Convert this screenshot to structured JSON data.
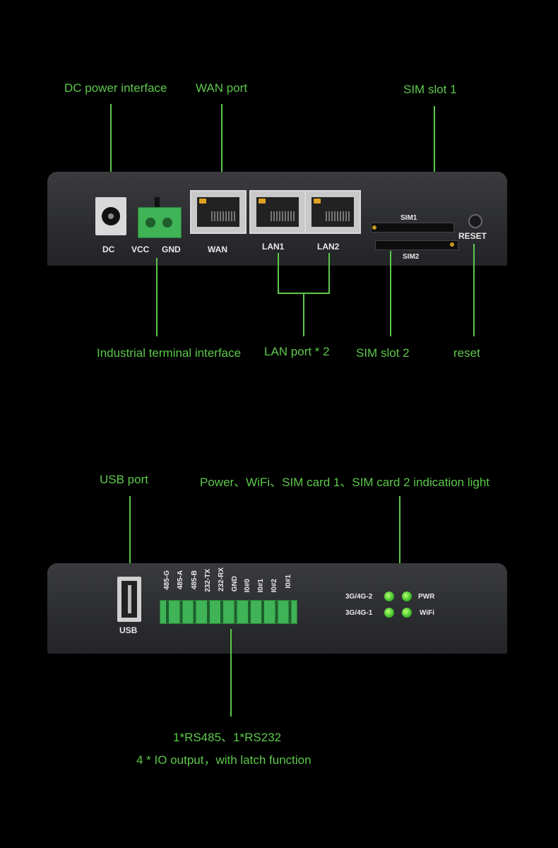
{
  "top": {
    "annotations": {
      "dc_power": "DC power interface",
      "wan_port": "WAN port",
      "sim_slot_1": "SIM slot 1",
      "industrial_terminal": "Industrial terminal interface",
      "lan_ports": "LAN port * 2",
      "sim_slot_2": "SIM slot 2",
      "reset": "reset"
    },
    "panel_labels": {
      "dc": "DC",
      "vcc": "VCC",
      "gnd": "GND",
      "wan": "WAN",
      "lan1": "LAN1",
      "lan2": "LAN2",
      "sim1": "SIM1",
      "sim2": "SIM2",
      "reset": "RESET"
    }
  },
  "bottom": {
    "annotations": {
      "usb_port": "USB port",
      "indicators": "Power、WiFi、SIM card 1、SIM card 2 indication light",
      "serial": "1*RS485、1*RS232",
      "io": "4 * IO output，with latch function"
    },
    "panel_labels": {
      "usb": "USB",
      "terminals": [
        "485-G",
        "485-A",
        "485-B",
        "232-TX",
        "232-RX",
        "GND",
        "I0#0",
        "I0#1",
        "I0#2",
        "I0#1"
      ],
      "led_3g4g_2": "3G/4G-2",
      "led_3g4g_1": "3G/4G-1",
      "led_pwr": "PWR",
      "led_wifi": "WiFi"
    }
  },
  "colors": {
    "annotation": "#5cc84a",
    "background": "#000000",
    "device": "#2b2c2f"
  }
}
